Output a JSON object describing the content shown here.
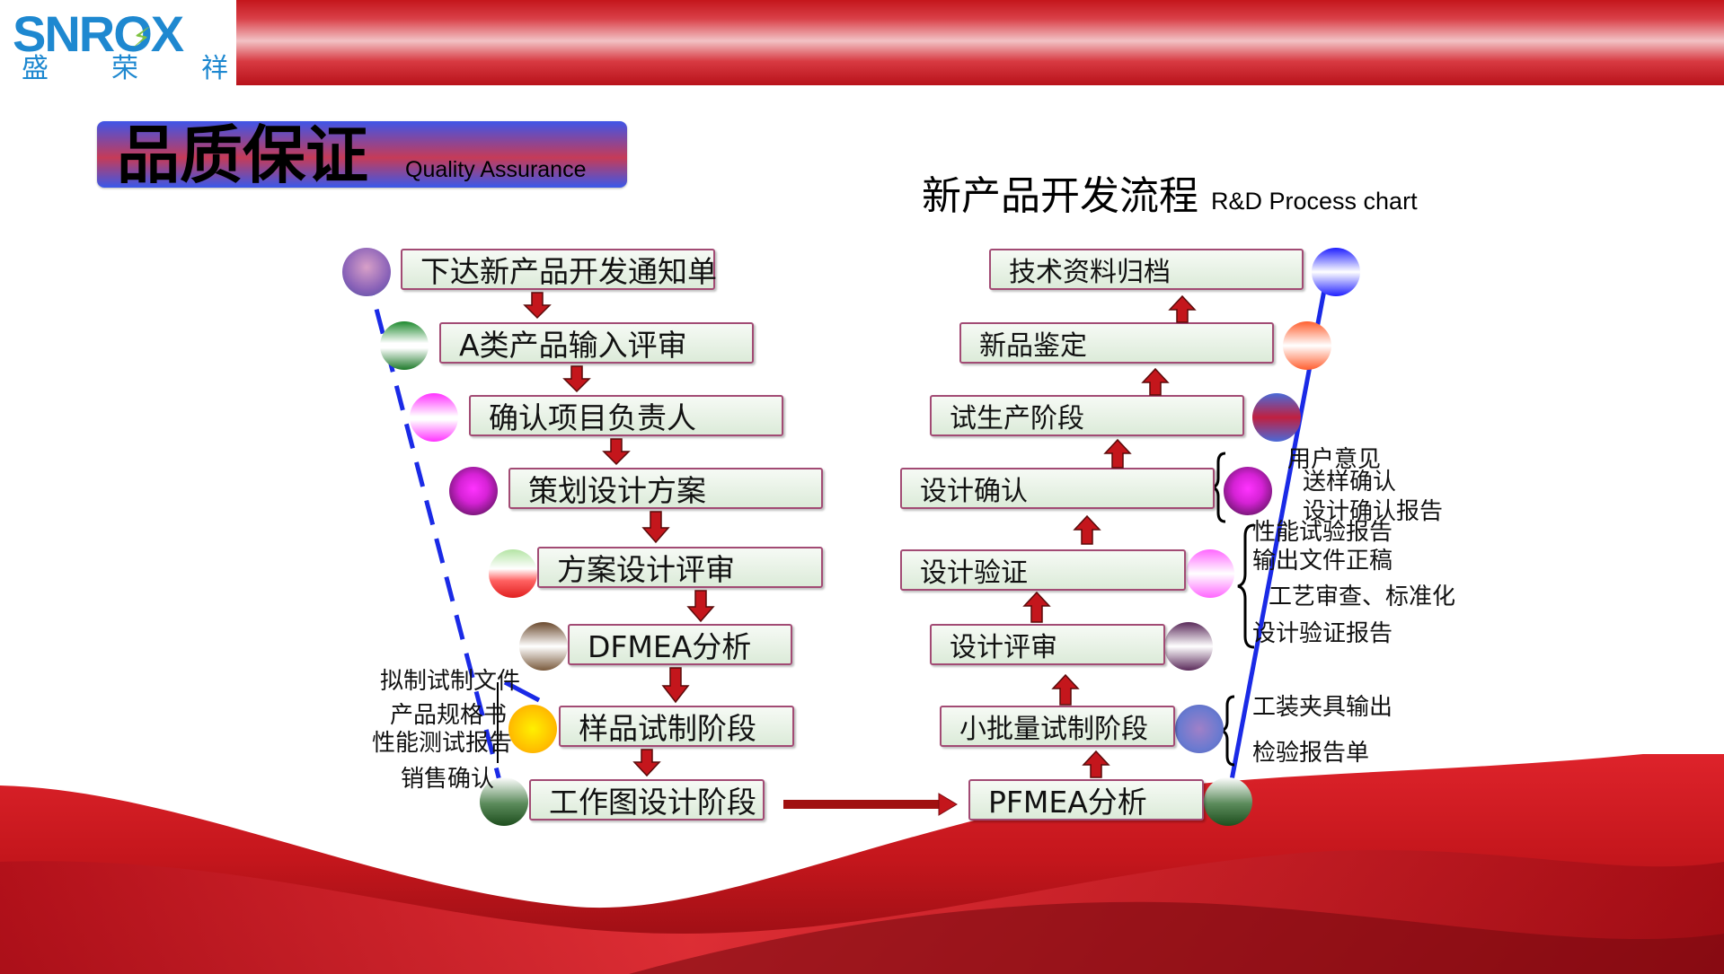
{
  "logo": {
    "brand": "SNROX",
    "cn_chars": [
      "盛",
      "荣",
      "祥"
    ]
  },
  "page_title": {
    "main": "品质保证",
    "sub": "Quality Assurance"
  },
  "chart_title": {
    "cn": "新产品开发流程",
    "en": "R&D Process chart"
  },
  "left_steps": [
    "下达新产品开发通知单",
    "A类产品输入评审",
    "确认项目负责人",
    "策划设计方案",
    "方案设计评审",
    "DFMEA分析",
    "样品试制阶段",
    "工作图设计阶段"
  ],
  "right_steps": [
    "技术资料归档",
    "新品鉴定",
    "试生产阶段",
    "设计确认",
    "设计验证",
    "设计评审",
    "小批量试制阶段",
    "PFMEA分析"
  ],
  "notes": {
    "sample_stage": [
      "拟制试制文件",
      "产品规格书",
      "性能测试报告",
      "销售确认"
    ],
    "design_confirm": [
      "用户意见",
      "送样确认",
      "设计确认报告"
    ],
    "design_verify": [
      "性能试验报告",
      "输出文件正稿",
      "工艺审查、标准化",
      "设计验证报告"
    ],
    "small_batch": [
      "工装夹具输出",
      "检验报告单"
    ]
  },
  "colors": {
    "accent_red": "#c4161c",
    "flow_line": "#1a2ae6",
    "box_border": "#a24b74",
    "logo_blue": "#1e88d0"
  }
}
